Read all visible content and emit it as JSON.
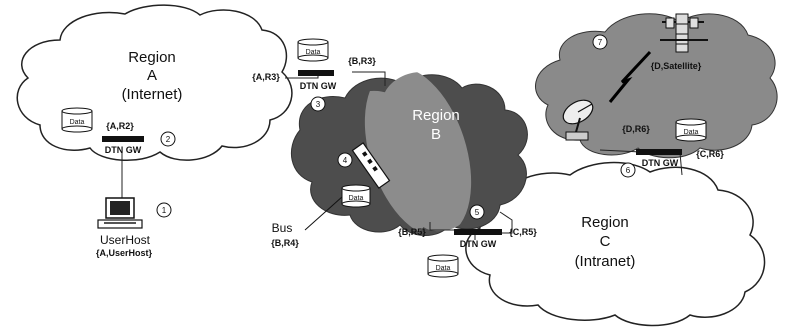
{
  "regions": {
    "a": {
      "name": "Region",
      "letter": "A",
      "type": "(Internet)"
    },
    "b": {
      "name": "Region",
      "letter": "B"
    },
    "c": {
      "name": "Region",
      "letter": "C",
      "type": "(Intranet)"
    }
  },
  "gateway_text": "DTN GW",
  "data_text": "Data",
  "tuples": {
    "a_r2": "{A,R2}",
    "a_r3": "{A,R3}",
    "b_r3": "{B,R3}",
    "b_r5": "{B,R5}",
    "c_r5": "{C,R5}",
    "d_r6": "{D,R6}",
    "c_r6": "{C,R6}",
    "d_sat": "{D,Satellite}",
    "b_r4": "{B,R4}",
    "a_userhost": "{A,UserHost}"
  },
  "steps": [
    "1",
    "2",
    "3",
    "4",
    "5",
    "6",
    "7"
  ],
  "labels": {
    "userhost": "UserHost",
    "bus": "Bus"
  },
  "colors": {
    "cloud_outline": "#222222",
    "region_b_dark": "#4d4d4d",
    "region_b_light": "#8c8c8c",
    "region_d": "#8a8a8a",
    "gateway": "#111111"
  }
}
